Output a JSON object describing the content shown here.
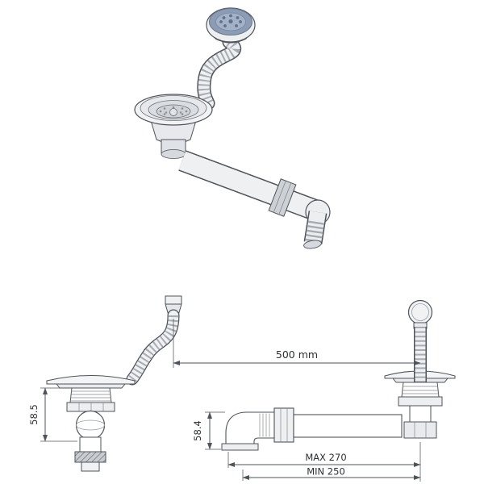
{
  "drawing": {
    "kind": "technical-product-drawing",
    "dimensions": {
      "span": "500 mm",
      "left_height": "58.5",
      "pipe_height": "58.4",
      "max_length": "MAX 270",
      "min_length": "MIN 250"
    },
    "colors": {
      "line": "#4f545b",
      "fill_light": "#f1f2f4",
      "fill_mid": "#dfe2e6",
      "cap_blue": "#8b9cb4",
      "text": "#2e3134",
      "background": "#ffffff"
    }
  }
}
